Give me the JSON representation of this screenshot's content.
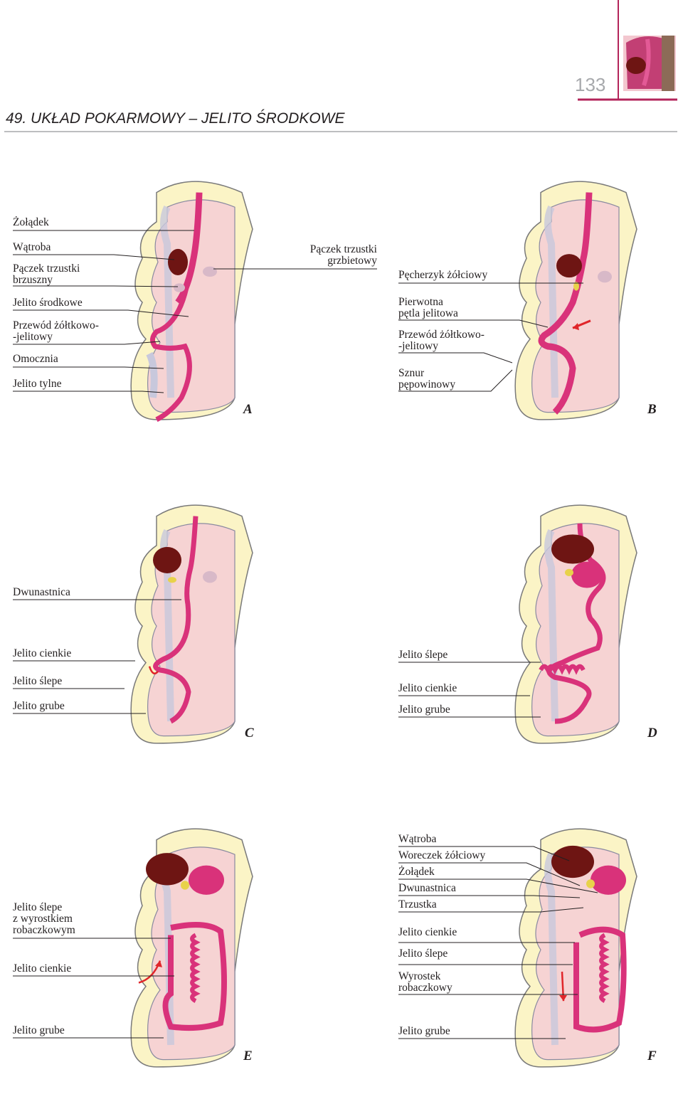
{
  "header": {
    "page_number": "133",
    "title": "49. UKŁAD POKARMOWY – JELITO ŚRODKOWE"
  },
  "colors": {
    "gut": "#d9327a",
    "gut_dark": "#8e1a4f",
    "liver": "#6e1513",
    "bladder": "#e8d24a",
    "pancreas": "#d8b9c8",
    "body_fill": "#f6d3d3",
    "wall_fill": "#fbf4c6",
    "arrow": "#e0262a",
    "accent_rule": "#b3245a"
  },
  "panels": {
    "A": {
      "letter": "A",
      "labels": [
        "Żołądek",
        "Wątroba",
        "Pączek trzustki\nbrzuszny",
        "Jelito środkowe",
        "Przewód żółtkowo-\n-jelitowy",
        "Omocznia",
        "Jelito tylne",
        "Pączek trzustki\ngrzbietowy"
      ]
    },
    "B": {
      "letter": "B",
      "labels": [
        "Pęcherzyk żółciowy",
        "Pierwotna\npętla jelitowa",
        "Przewód żółtkowo-\n-jelitowy",
        "Sznur\npępowinowy"
      ]
    },
    "C": {
      "letter": "C",
      "labels": [
        "Dwunastnica",
        "Jelito cienkie",
        "Jelito ślepe",
        "Jelito grube"
      ]
    },
    "D": {
      "letter": "D",
      "labels": [
        "Jelito ślepe",
        "Jelito cienkie",
        "Jelito grube"
      ]
    },
    "E": {
      "letter": "E",
      "labels": [
        "Jelito ślepe\nz wyrostkiem\nrobaczkowym",
        "Jelito cienkie",
        "Jelito grube"
      ]
    },
    "F": {
      "letter": "F",
      "labels": [
        "Wątroba",
        "Woreczek żółciowy",
        "Żołądek",
        "Dwunastnica",
        "Trzustka",
        "Jelito cienkie",
        "Jelito ślepe",
        "Wyrostek\nrobaczkowy",
        "Jelito grube"
      ]
    }
  }
}
